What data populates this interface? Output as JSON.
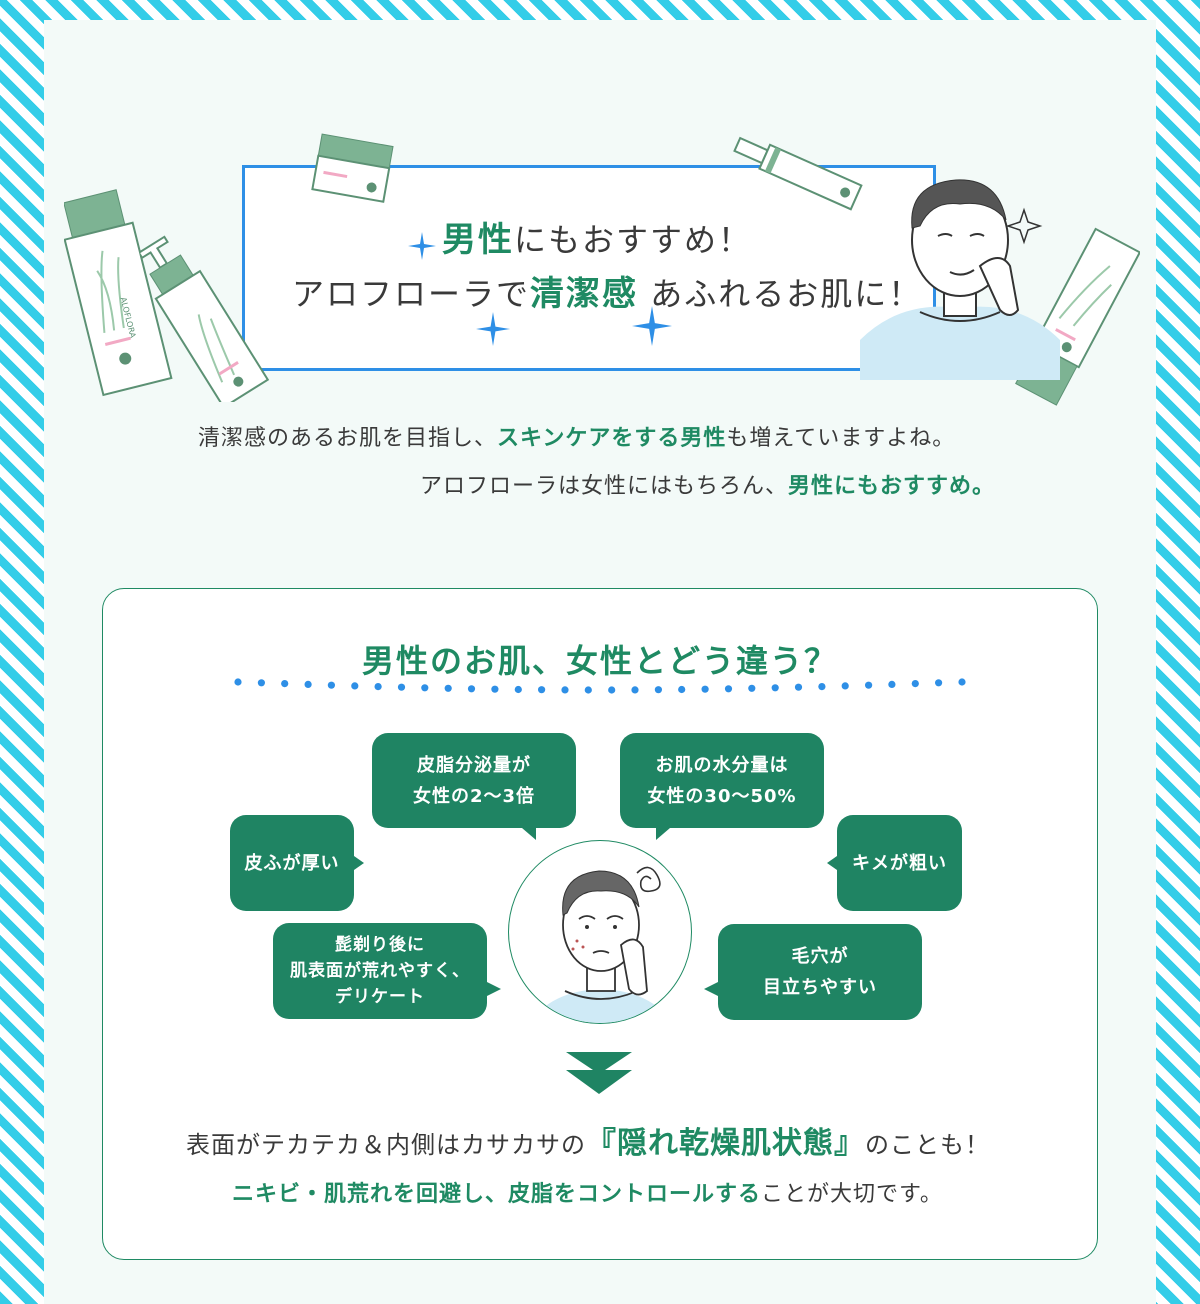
{
  "banner": {
    "line1_accent": "男性",
    "line1_rest": "にもおすすめ！",
    "line2_pre": "アロフローラで",
    "line2_accent": "清潔感",
    "line2_post": " あふれるお肌に！",
    "product_label": "ALOFLORA",
    "accent_color": "#1f8a63",
    "frame_color": "#2e8fe6"
  },
  "intro": {
    "line1_pre": "清潔感のあるお肌を目指し、",
    "line1_bold": "スキンケアをする男性",
    "line1_post": "も増えていますよね。",
    "line2_pre": "アロフローラは女性にはもちろん、",
    "line2_bold": "男性にもおすすめ。"
  },
  "comparison": {
    "title": "男性のお肌、女性とどう違う？",
    "bubbles": {
      "sebum": "皮脂分泌量が\n女性の2〜3倍",
      "water": "お肌の水分量は\n女性の30〜50%",
      "thick_skin": "皮ふが厚い",
      "texture": "キメが粗い",
      "shaving": "髭剃り後に\n肌表面が荒れやすく、\nデリケート",
      "pores": "毛穴が\n目立ちやすい"
    },
    "bubble_color": "#1f8463"
  },
  "conclusion": {
    "line1_pre": "表面がテカテカ＆内側はカサカサの",
    "line1_accent": "『隠れ乾燥肌状態』",
    "line1_post": "のことも！",
    "line2_bold": "ニキビ・肌荒れを回避し、皮脂をコントロールする",
    "line2_post": "ことが大切です。"
  }
}
